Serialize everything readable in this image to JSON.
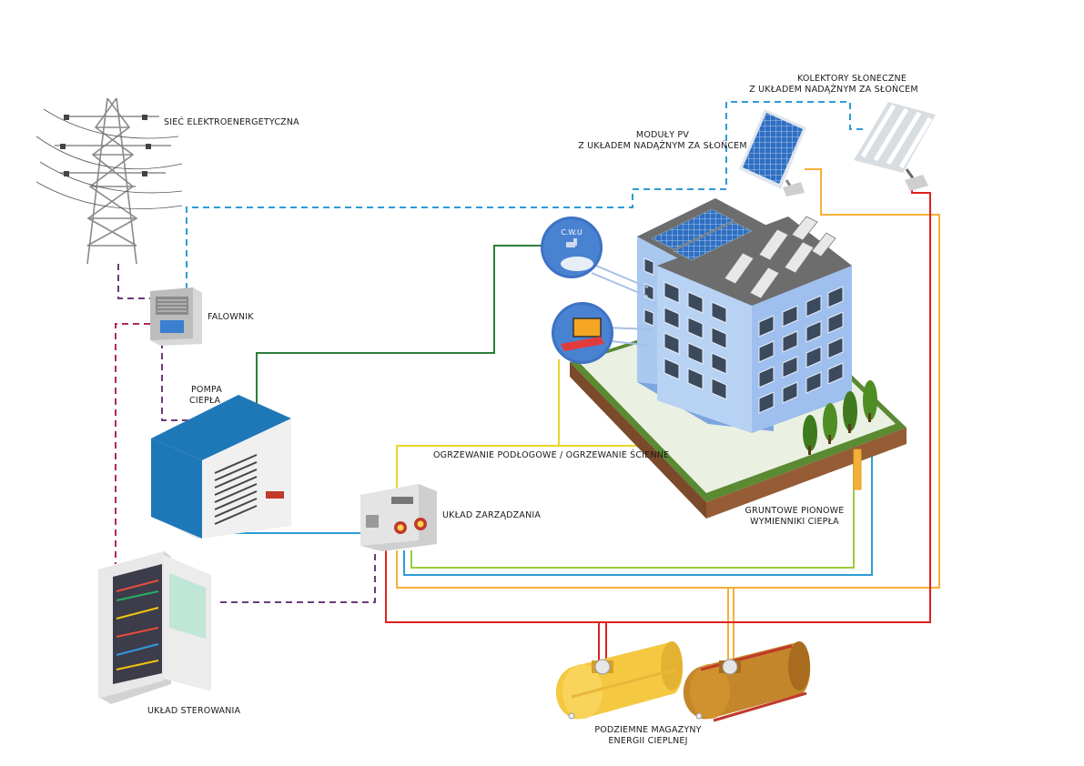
{
  "labels": {
    "grid": "SIEĆ ELEKTROENERGETYCZNA",
    "inverter": "FALOWNIK",
    "heat_pump_line1": "POMPA",
    "heat_pump_line2": "CIEPŁA",
    "pv_line1": "MODUŁY PV",
    "pv_line2": "Z UKŁADEM NADĄŻNYM ZA SŁOŃCEM",
    "collectors_line1": "KOLEKTORY SŁONECZNE",
    "collectors_line2": "Z UKŁADEM NADĄŻNYM ZA SŁOŃCEM",
    "heating": "OGRZEWANIE PODŁOGOWE / OGRZEWANIE ŚCIENNE",
    "management": "UKŁAD ZARZĄDZANIA",
    "ground_hx_line1": "GRUNTOWE PIONOWE",
    "ground_hx_line2": "WYMIENNIKI CIEPŁA",
    "control": "UKŁAD STEROWANIA",
    "storage_line1": "PODZIEMNE MAGAZYNY",
    "storage_line2": "ENERGII CIEPLNEJ",
    "dhw_bubble": "C.W.U"
  },
  "colors": {
    "power_line": "#6b3a7a",
    "control_line": "#b02a5a",
    "data_line": "#2e9bd6",
    "heat_pump_line": "#2e7d3a",
    "floor_heating_line": "#e8d62a",
    "hot_line": "#e02020",
    "solar_heat_line": "#f5b038",
    "ground_line": "#9acb3c",
    "ground_line_cold": "#2e9bd6",
    "heat_pump_body": "#1e78b8",
    "building_wall": "#a9c8ef",
    "tank_warm": "#f5c842",
    "tank_dark": "#c4862a"
  }
}
